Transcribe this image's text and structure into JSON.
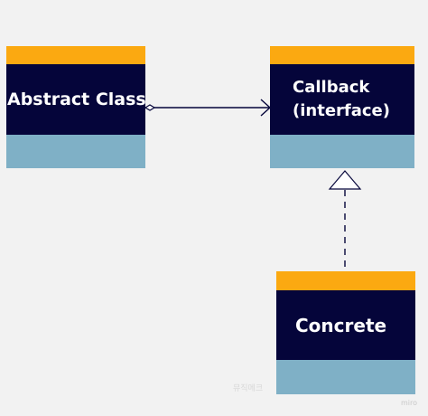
{
  "colors": {
    "background": "#f2f2f2",
    "header": "#fba911",
    "body": "#05053a",
    "footer": "#7fb0c6",
    "text": "#ffffff",
    "line": "#05053a"
  },
  "nodes": {
    "abstract": {
      "label": "Abstract Class"
    },
    "callback": {
      "line1": "Callback",
      "line2": "(interface)"
    },
    "concrete": {
      "label": "Concrete"
    }
  },
  "edges": [
    {
      "from": "abstract",
      "to": "callback",
      "type": "aggregation"
    },
    {
      "from": "concrete",
      "to": "callback",
      "type": "realization"
    }
  ],
  "watermark": "miro",
  "center_mark": "뮤직메크"
}
